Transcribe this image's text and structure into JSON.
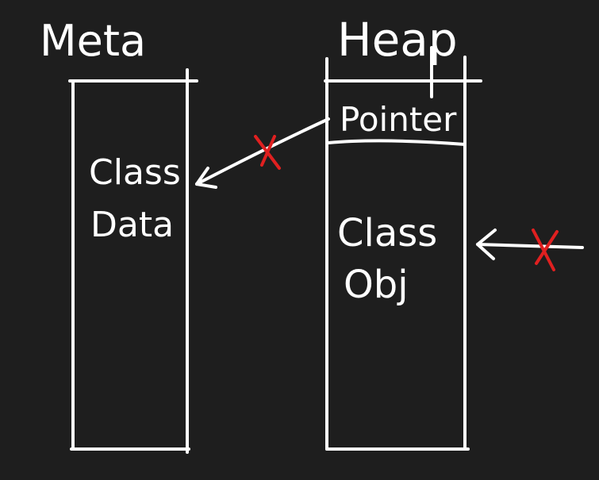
{
  "colors": {
    "background": "#1e1e1e",
    "ink": "#ffffff",
    "cross": "#e02020"
  },
  "meta": {
    "title": "Meta",
    "content_line1": "Class",
    "content_line2": "Data"
  },
  "heap": {
    "title": "Heap",
    "header_label": "Pointer",
    "content_line1": "Class",
    "content_line2": "Obj"
  },
  "annotations": {
    "pointer_link_crossed": true,
    "external_reference_crossed": true
  }
}
